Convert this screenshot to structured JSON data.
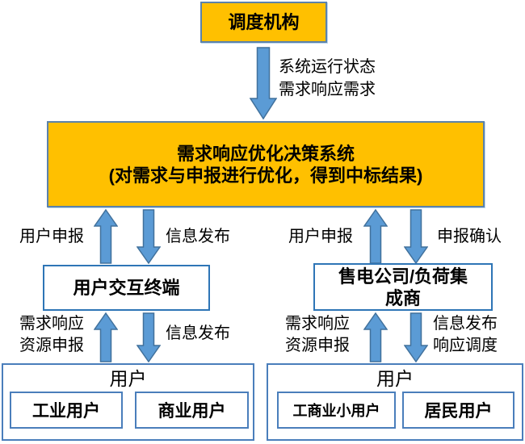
{
  "diagram": {
    "top_box": {
      "label": "调度机构"
    },
    "top_arrow": {
      "label_line1": "系统运行状态",
      "label_line2": "需求响应需求"
    },
    "main_box": {
      "line1": "需求响应优化决策系统",
      "line2": "(对需求与申报进行优化，得到中标结果)"
    },
    "left_branch": {
      "upper_up_label": "用户申报",
      "upper_down_label": "信息发布",
      "terminal_box": "用户交互终端",
      "lower_up_label_line1": "需求响应",
      "lower_up_label_line2": "资源申报",
      "lower_down_label": "信息发布",
      "users_title": "用户",
      "user_type_1": "工业用户",
      "user_type_2": "商业用户"
    },
    "right_branch": {
      "upper_up_label": "用户申报",
      "upper_down_label": "申报确认",
      "aggregator_box_line1": "售电公司/负荷集",
      "aggregator_box_line2": "成商",
      "lower_up_label_line1": "需求响应",
      "lower_up_label_line2": "资源申报",
      "lower_down_label_line1": "信息发布",
      "lower_down_label_line2": "响应调度",
      "users_title": "用户",
      "user_type_1": "工商业小用户",
      "user_type_2": "居民用户"
    },
    "colors": {
      "orange_fill": "#FFC000",
      "orange_border": "#5B82AB",
      "mid_box_border": "#2E75B6",
      "bottom_box_border": "#4A7EBB",
      "arrow_fill": "#5B9BD5",
      "arrow_stroke": "#41719C"
    }
  }
}
